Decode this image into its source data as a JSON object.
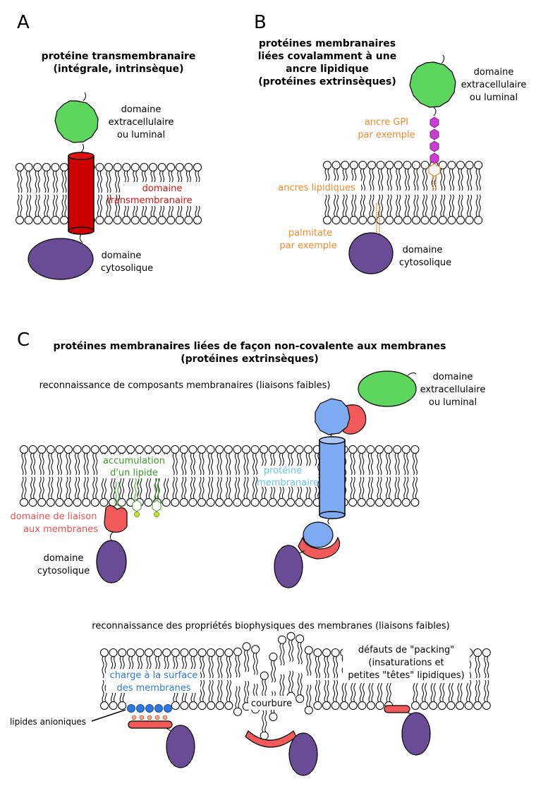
{
  "panels": {
    "a": {
      "letter": "A",
      "title_line1": "protéine transmembranaire",
      "title_line2": "(intégrale, intrinsèque)",
      "extracellular": [
        "domaine",
        "extracellulaire",
        "ou luminal"
      ],
      "transmembrane": [
        "domaine",
        "transmembranaire"
      ],
      "cytosolic": [
        "domaine",
        "cytosolique"
      ]
    },
    "b": {
      "letter": "B",
      "title_lines": [
        "protéines membranaires",
        "liées covalamment à une",
        "ancre lipidique",
        "(protéines extrinsèques)"
      ],
      "extracellular": [
        "domaine",
        "extracellulaire",
        "ou luminal"
      ],
      "gpi": [
        "ancre GPI",
        "par exemple"
      ],
      "lipid_anchors": "ancres lipidiques",
      "palmitate": [
        "palmitate",
        "par exemple"
      ],
      "cytosolic": [
        "domaine",
        "cytosolique"
      ]
    },
    "c": {
      "letter": "C",
      "title_line1": "protéines membranaires liées de façon non-covalente aux membranes",
      "title_line2": "(protéines extrinsèques)",
      "subtitle_components": "reconnaissance de composants membranaires (liaisons faibles)",
      "extracellular": [
        "domaine",
        "extracellulaire",
        "ou luminal"
      ],
      "lipid_accumulation": [
        "accumulation",
        "d'un lipide"
      ],
      "membrane_protein": [
        "protéine",
        "membranaire"
      ],
      "binding_domain": [
        "domaine de liaison",
        "aux membranes"
      ],
      "cytosolic": [
        "domaine",
        "cytosolique"
      ],
      "subtitle_biophysical": "reconnaissance des propriétés biophysiques des membranes (liaisons faibles)",
      "surface_charge": [
        "charge à la surface",
        "des membranes"
      ],
      "curvature": "courbure",
      "packing_defects": [
        "défauts de \"packing\"",
        "(insaturations et",
        "petites \"têtes\" lipidiques)"
      ],
      "anionic_lipids": "lipides anioniques"
    }
  },
  "colors": {
    "green_domain": "#5cd65c",
    "red_helix": "#cc0000",
    "purple_domain": "#6a4c96",
    "blue_protein": "#7eaaf2",
    "salmon_domain": "#f25a5a",
    "gpi_hexagon": "#c63fd1",
    "anchor_orange": "#f28a2a",
    "anionic_blue": "#2f78e0"
  }
}
